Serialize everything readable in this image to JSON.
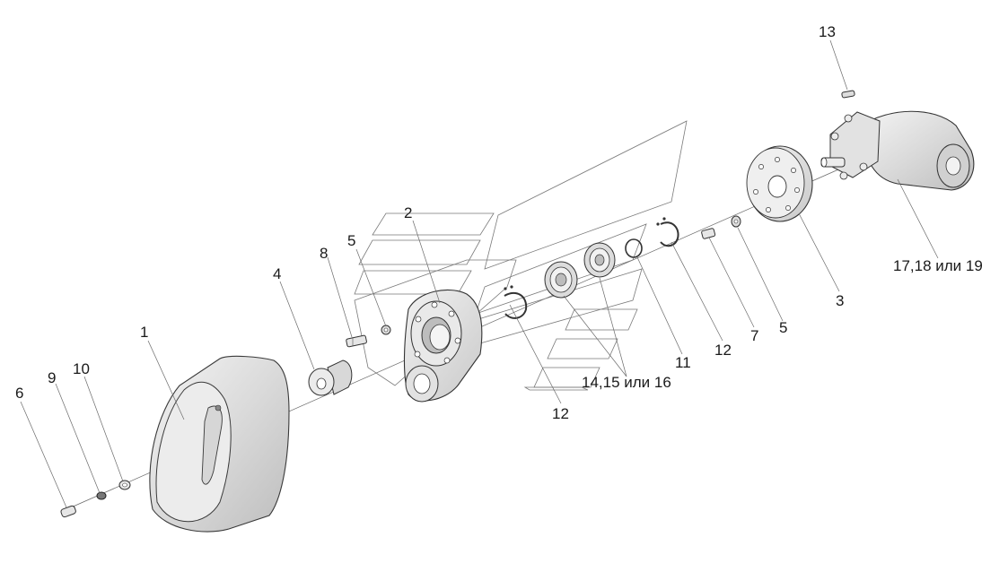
{
  "diagram": {
    "labels": {
      "p1": "1",
      "p2": "2",
      "p3": "3",
      "p4": "4",
      "p5a": "5",
      "p5b": "5",
      "p6": "6",
      "p7": "7",
      "p8": "8",
      "p9": "9",
      "p10": "10",
      "p11": "11",
      "p12a": "12",
      "p12b": "12",
      "p13": "13",
      "p14": "14,15 или 16",
      "p17": "17,18 или 19"
    }
  }
}
